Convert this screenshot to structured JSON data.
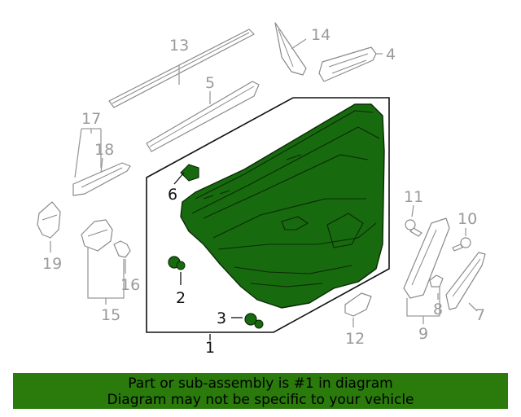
{
  "callouts": {
    "c1": "1",
    "c2": "2",
    "c3": "3",
    "c4": "4",
    "c5": "5",
    "c6": "6",
    "c7": "7",
    "c8": "8",
    "c9": "9",
    "c10": "10",
    "c11": "11",
    "c12": "12",
    "c13": "13",
    "c14": "14",
    "c15": "15",
    "c16": "16",
    "c17": "17",
    "c18": "18",
    "c19": "19"
  },
  "highlight": {
    "part_number": "1",
    "color": "#186a0f"
  },
  "banner": {
    "line1": "Part or sub-assembly is #1 in diagram",
    "line2": "Diagram may not be specific to your vehicle",
    "color": "#2a7a0c"
  }
}
